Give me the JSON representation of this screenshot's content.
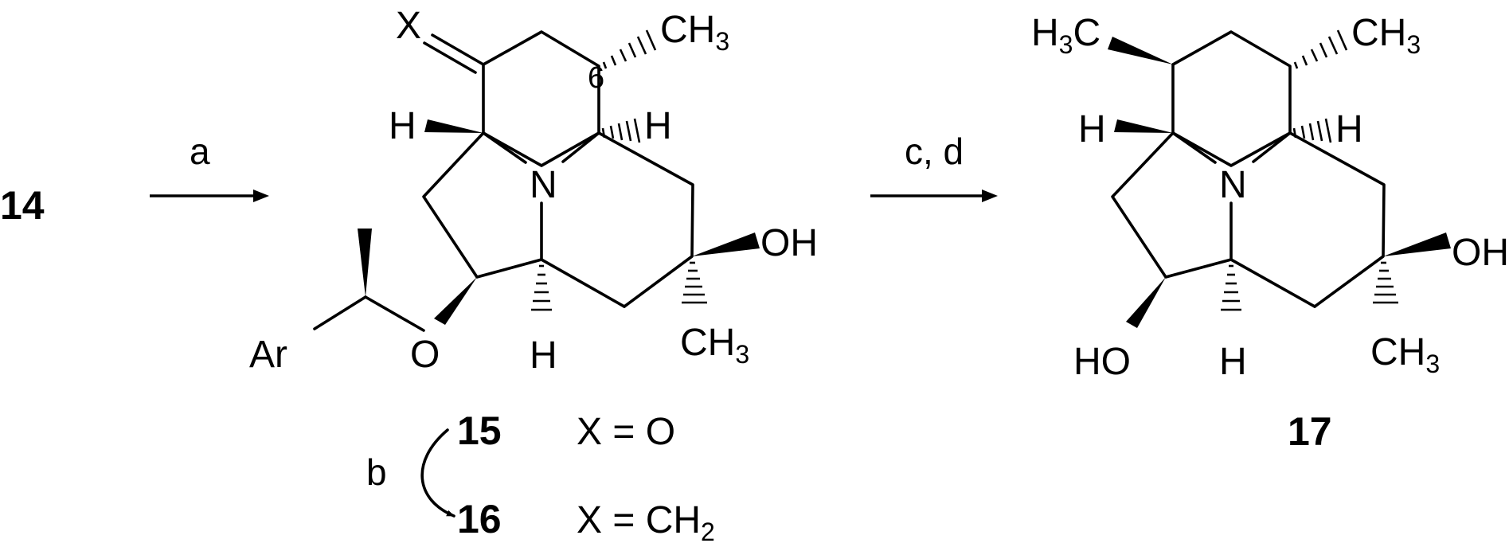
{
  "scheme": {
    "start_compound": "14",
    "arrow_a_label": "a",
    "arrow_cd_label": "c, d",
    "arrow_b_label": "b",
    "compound_15_number": "15",
    "compound_15_definition": "X = O",
    "compound_16_number": "16",
    "compound_16_definition_prefix": "X = CH",
    "compound_16_definition_sub": "2",
    "compound_17_number": "17"
  },
  "intermediate": {
    "x_label": "X",
    "locant_6": "6",
    "ch3_top": "CH",
    "ch3_top_sub": "3",
    "h_left": "H",
    "h_right": "H",
    "n_label": "N",
    "oh_label": "OH",
    "ch3_bottom": "CH",
    "ch3_bottom_sub": "3",
    "h_bottom": "H",
    "o_label": "O",
    "ar_label": "Ar"
  },
  "product": {
    "h3c_left": "H",
    "h3c_left_sub": "3",
    "h3c_left_c": "C",
    "ch3_top": "CH",
    "ch3_top_sub": "3",
    "h_left": "H",
    "h_right": "H",
    "n_label": "N",
    "oh_right": "OH",
    "ho_left": "HO",
    "h_bottom": "H",
    "ch3_bottom": "CH",
    "ch3_bottom_sub": "3"
  }
}
